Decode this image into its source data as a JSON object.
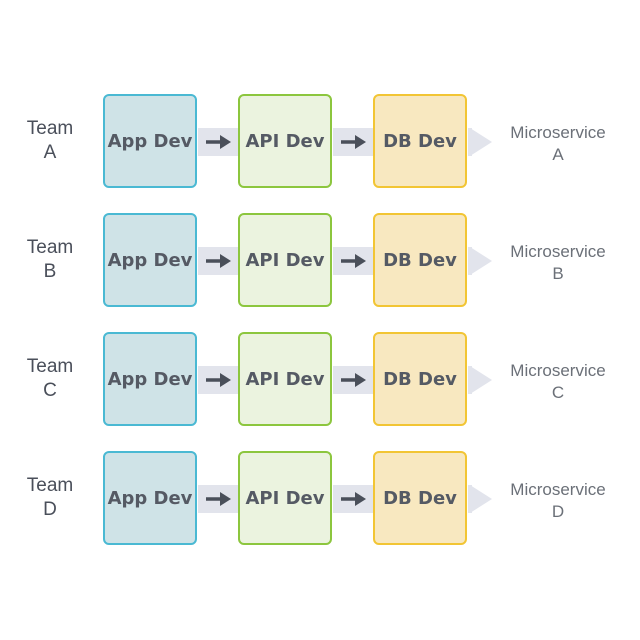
{
  "colors": {
    "app_fill": "#cfe3e7",
    "app_border": "#4ab9d3",
    "api_fill": "#ebf3df",
    "api_border": "#8cc63e",
    "db_fill": "#f8e8c0",
    "db_border": "#f2c534",
    "band": "#e2e4ec",
    "arrow": "#4a4f5a"
  },
  "icons": {
    "stage_arrow": "arrow-right-icon",
    "band_end": "chevron-right-icon"
  },
  "rows": [
    {
      "team_line1": "Team",
      "team_line2": "A",
      "app": "App Dev",
      "api": "API Dev",
      "db": "DB Dev",
      "ms_line1": "Microservice",
      "ms_line2": "A"
    },
    {
      "team_line1": "Team",
      "team_line2": "B",
      "app": "App Dev",
      "api": "API Dev",
      "db": "DB Dev",
      "ms_line1": "Microservice",
      "ms_line2": "B"
    },
    {
      "team_line1": "Team",
      "team_line2": "C",
      "app": "App Dev",
      "api": "API Dev",
      "db": "DB Dev",
      "ms_line1": "Microservice",
      "ms_line2": "C"
    },
    {
      "team_line1": "Team",
      "team_line2": "D",
      "app": "App Dev",
      "api": "API Dev",
      "db": "DB Dev",
      "ms_line1": "Microservice",
      "ms_line2": "D"
    }
  ]
}
